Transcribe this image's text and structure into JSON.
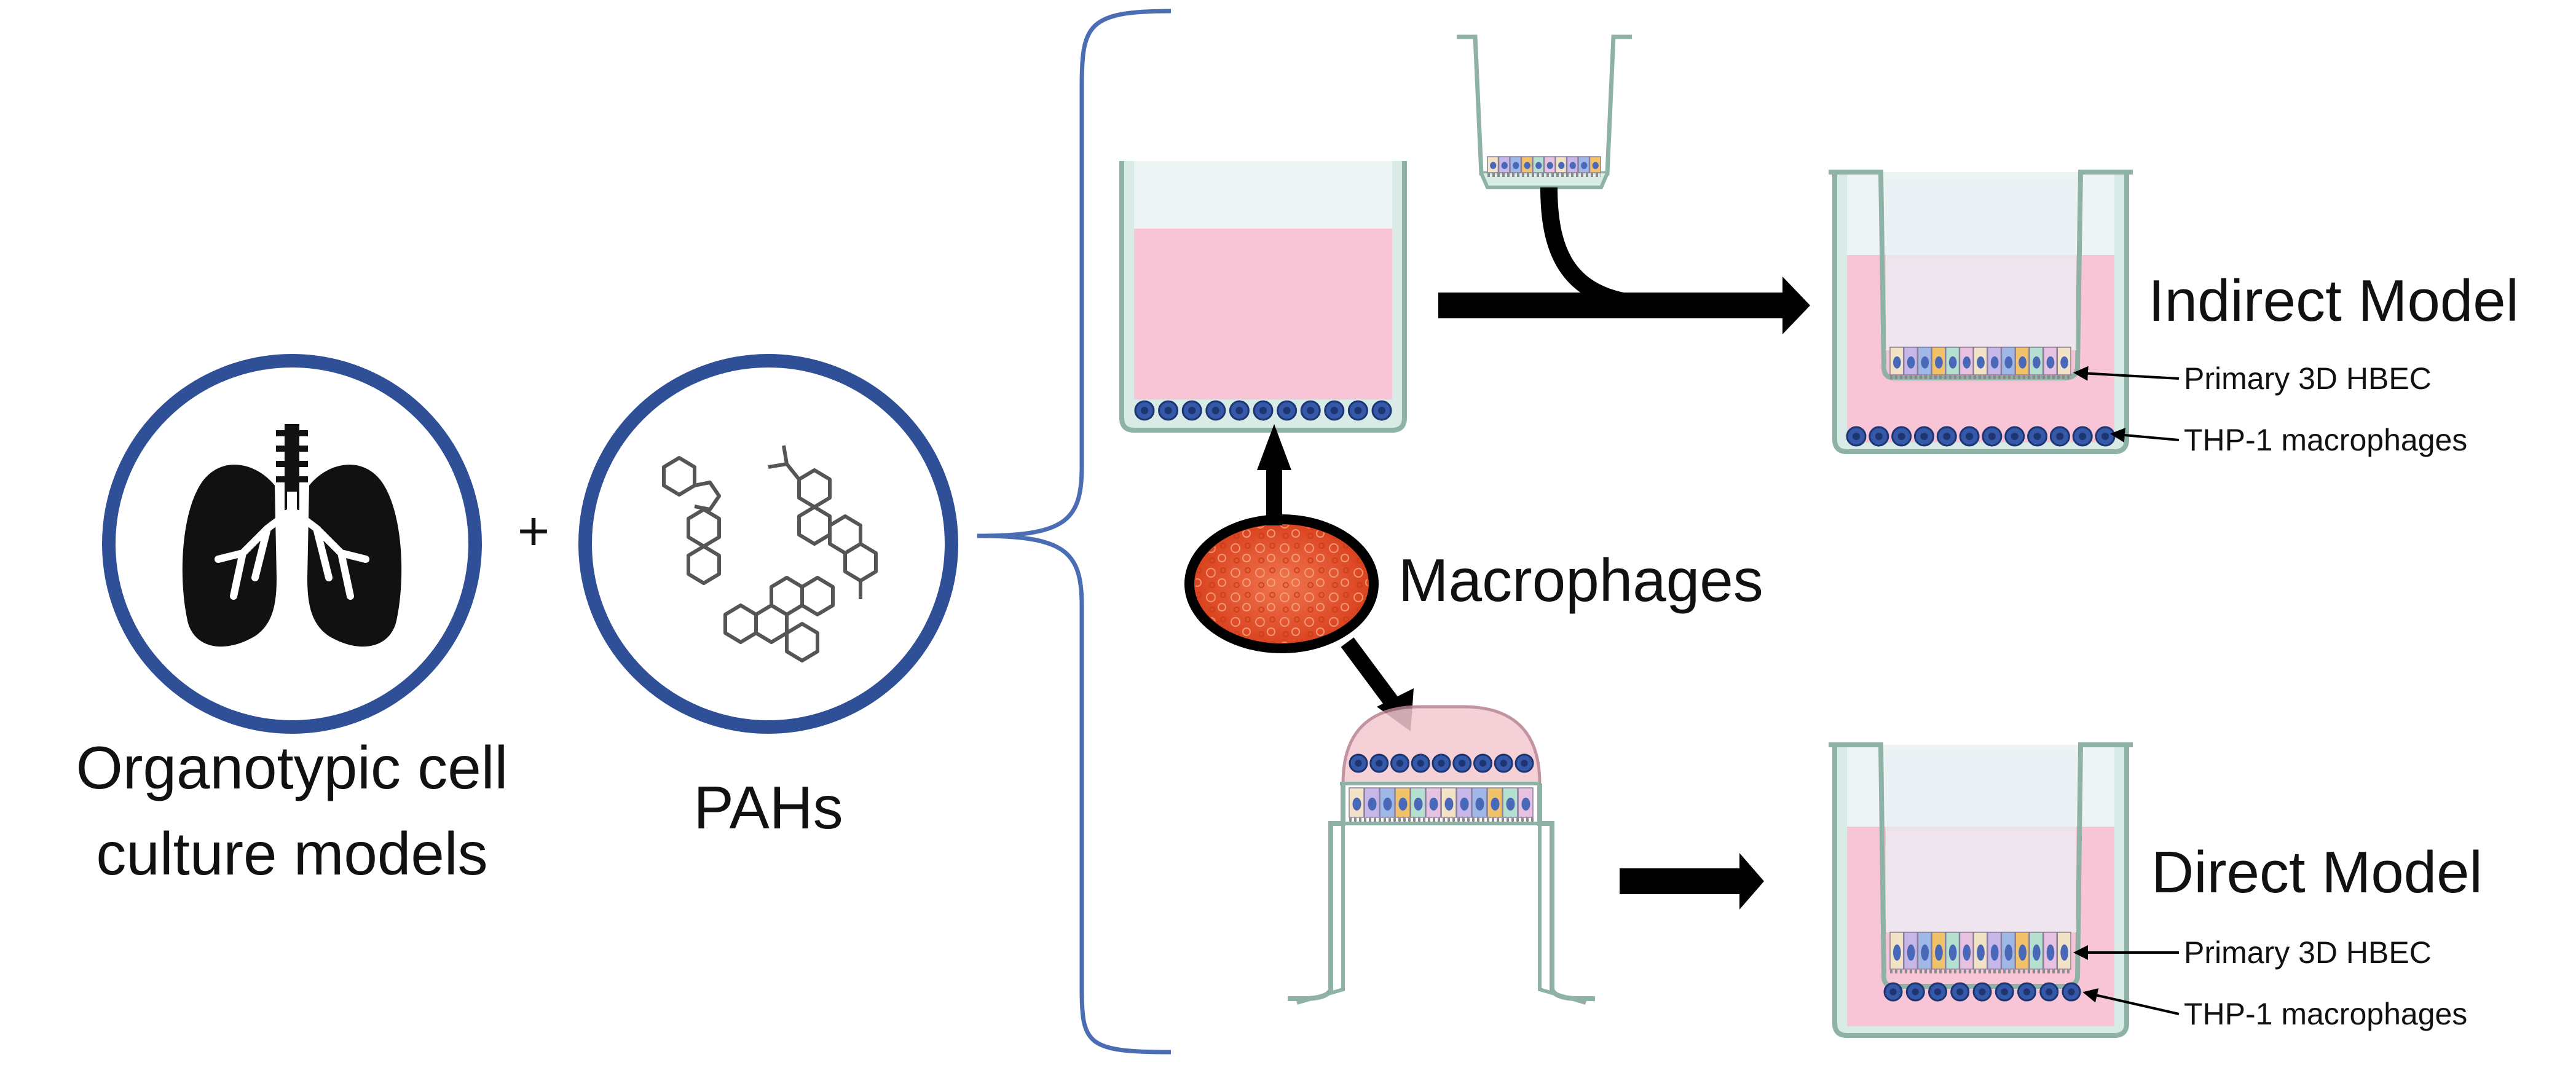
{
  "left": {
    "organotypic_label_line1": "Organotypic cell",
    "organotypic_label_line2": "culture models",
    "plus": "+",
    "pahs_label": "PAHs"
  },
  "center": {
    "macrophages_label": "Macrophages"
  },
  "indirect": {
    "title": "Indirect Model",
    "label_hbec": "Primary 3D HBEC",
    "label_thp1": "THP-1 macrophages"
  },
  "direct": {
    "title": "Direct Model",
    "label_hbec": "Primary 3D HBEC",
    "label_thp1": "THP-1 macrophages"
  },
  "colors": {
    "circle_blue": "#2f4f96",
    "bracket_blue": "#4a6db3",
    "well_outline": "#8fb2a6",
    "well_fill": "#d9ebe7",
    "medium_pink": "#f7c5d6",
    "macrophage_orange": "#e8552e",
    "cell_blue": "#3558a8"
  }
}
